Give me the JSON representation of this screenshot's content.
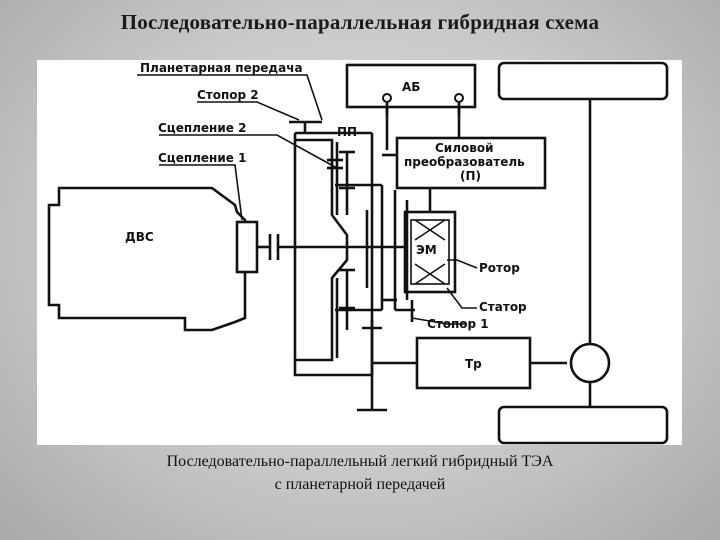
{
  "title": "Последовательно-параллельная  гибридная схема",
  "labels": {
    "planetary": "Планетарная передача",
    "stopor2": "Стопор 2",
    "clutch2": "Сцепление 2",
    "clutch1": "Сцепление 1",
    "pp": "ПП",
    "ab": "АБ",
    "converter_l1": "Силовой",
    "converter_l2": "преобразователь",
    "converter_l3": "(П)",
    "dvs": "ДВС",
    "em": "ЭМ",
    "rotor": "Ротор",
    "stator": "Статор",
    "stopor1": "Стопор 1",
    "tr": "Тр"
  },
  "caption": {
    "line1": "Последовательно-параллельный легкий гибридный ТЭА",
    "line2": "с планетарной передачей"
  }
}
